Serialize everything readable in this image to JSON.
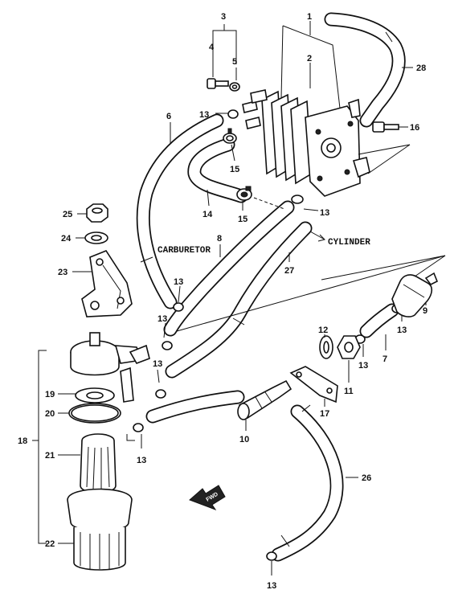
{
  "labels": {
    "carburetor": "CARBURETOR",
    "cylinder": "CYLINDER",
    "fwd": "FWD"
  },
  "callouts": {
    "c1": "1",
    "c2": "2",
    "c3": "3",
    "c4": "4",
    "c5": "5",
    "c6": "6",
    "c7": "7",
    "c8": "8",
    "c9": "9",
    "c10": "10",
    "c11": "11",
    "c12": "12",
    "c13a": "13",
    "c13b": "13",
    "c13c": "13",
    "c13d": "13",
    "c13e": "13",
    "c13f": "13",
    "c13g": "13",
    "c13h": "13",
    "c13i": "13",
    "c14": "14",
    "c15a": "15",
    "c15b": "15",
    "c16": "16",
    "c17": "17",
    "c18": "18",
    "c19": "19",
    "c20": "20",
    "c21": "21",
    "c22": "22",
    "c23": "23",
    "c24": "24",
    "c25": "25",
    "c26": "26",
    "c27": "27",
    "c28": "28"
  }
}
